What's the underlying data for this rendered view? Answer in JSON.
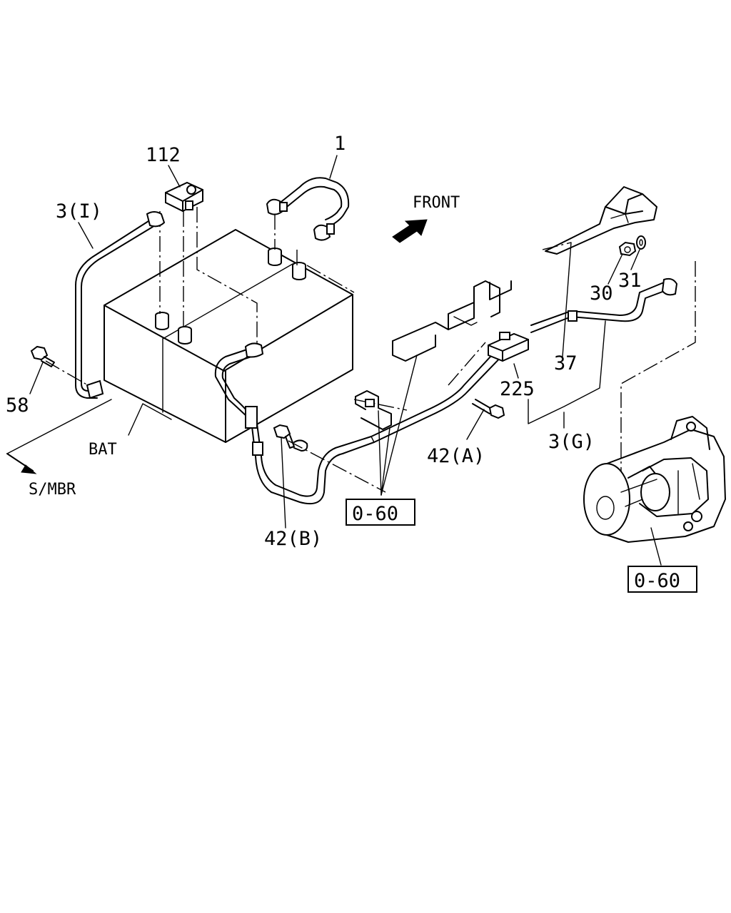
{
  "diagram": {
    "callouts": {
      "part_1": "1",
      "part_112": "112",
      "part_3_i": "3(I)",
      "part_58": "58",
      "bat": "BAT",
      "s_mbr": "S/MBR",
      "front": "FRONT",
      "part_30": "30",
      "part_31": "31",
      "part_37": "37",
      "part_225": "225",
      "part_3_g": "3(G)",
      "part_42_a": "42(A)",
      "part_42_b": "42(B)",
      "ref_box_1": "0-60",
      "ref_box_2": "0-60"
    }
  }
}
